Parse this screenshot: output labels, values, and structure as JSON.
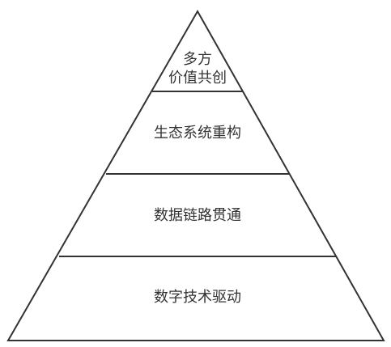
{
  "diagram": {
    "type": "pyramid",
    "tiers": [
      {
        "lines": [
          "多方",
          "价值共创"
        ]
      },
      {
        "lines": [
          "生态系统重构"
        ]
      },
      {
        "lines": [
          "数据链路贯通"
        ]
      },
      {
        "lines": [
          "数字技术驱动"
        ]
      }
    ],
    "colors": {
      "line": "#333333",
      "text": "#333333",
      "fill": "#ffffff"
    }
  }
}
